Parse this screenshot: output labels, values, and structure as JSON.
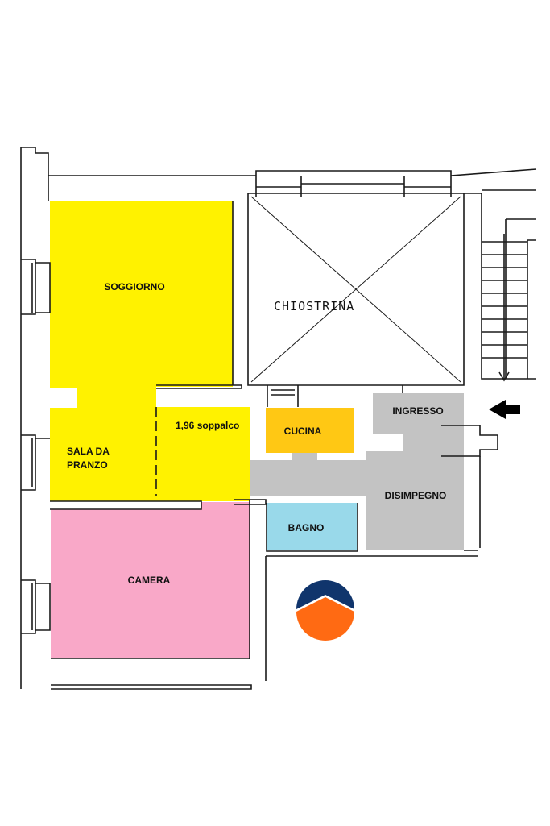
{
  "rooms": {
    "soggiorno": {
      "label": "SOGGIORNO",
      "color": "#FFF200"
    },
    "sala_da_pranzo": {
      "label_line1": "SALA DA",
      "label_line2": "PRANZO",
      "color": "#FFF200"
    },
    "soppalco": {
      "label": "1,96 soppalco"
    },
    "chiostrina": {
      "label": "CHIOSTRINA"
    },
    "cucina": {
      "label": "CUCINA",
      "color": "#FFC814"
    },
    "ingresso": {
      "label": "INGRESSO",
      "color": "#C3C3C3"
    },
    "disimpegno": {
      "label": "DISIMPEGNO",
      "color": "#C3C3C3"
    },
    "bagno": {
      "label": "BAGNO",
      "color": "#99D9EA"
    },
    "camera": {
      "label": "CAMERA",
      "color": "#F9A8C8"
    }
  },
  "colors": {
    "wall": "#1a1a1a",
    "logo_top": "#10356C",
    "logo_bottom": "#FF6A13",
    "entrance_arrow": "#000000"
  },
  "icons": {
    "entrance": "left-arrow-icon",
    "logo": "agency-logo-icon"
  }
}
